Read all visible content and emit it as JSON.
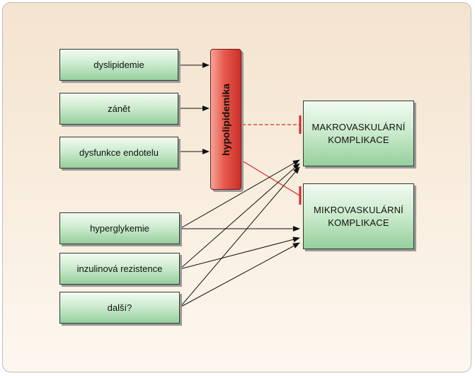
{
  "inputs_top": [
    {
      "id": "dyslipidemie",
      "label": "dyslipidemie"
    },
    {
      "id": "zanet",
      "label": "zánět"
    },
    {
      "id": "dysfunkce",
      "label": "dysfunkce endotelu"
    }
  ],
  "inputs_bottom": [
    {
      "id": "hyperglykemie",
      "label": "hyperglykemie"
    },
    {
      "id": "inzulinova",
      "label": "inzulinová rezistence"
    },
    {
      "id": "dalsi",
      "label": "další?"
    }
  ],
  "drug": {
    "label": "hypolipidemika"
  },
  "outputs": [
    {
      "id": "makro",
      "line1": "MAKROVASKULÁRNÍ",
      "line2": "KOMPLIKACE"
    },
    {
      "id": "mikro",
      "line1": "MIKROVASKULÁRNÍ",
      "line2": "KOMPLIKACE"
    }
  ],
  "colors": {
    "arrow": "#111111",
    "inhibit": "#d42a2a",
    "box_green": "#96cf9d",
    "drug_red": "#d8403a"
  }
}
